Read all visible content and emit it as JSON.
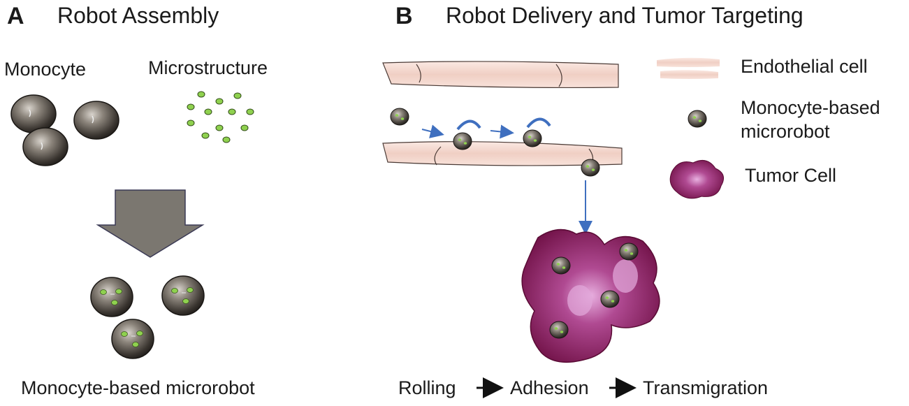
{
  "panel_a": {
    "letter": "A",
    "title": "Robot Assembly",
    "label_monocyte": "Monocyte",
    "label_microstructure": "Microstructure",
    "label_result": "Monocyte-based microrobot"
  },
  "panel_b": {
    "letter": "B",
    "title": "Robot Delivery and Tumor Targeting",
    "legend": [
      {
        "label": "Endothelial cell",
        "icon": "endothelial-cell-icon"
      },
      {
        "label": "Monocyte-based\nmicrorobot",
        "icon": "microrobot-icon"
      },
      {
        "label": "Tumor Cell",
        "icon": "tumor-cell-icon"
      }
    ],
    "steps": [
      "Rolling",
      "Adhesion",
      "Transmigration"
    ]
  },
  "colors": {
    "cell_dark": "#3a3530",
    "cell_light": "#c9c4bd",
    "green_dot": "#8fd14f",
    "endothelial": "#f3d9d0",
    "tumor": "#8a1f5a",
    "tumor_light": "#d79ad0",
    "big_arrow": "#7b7770",
    "flow_arrow": "#3f6fbf"
  }
}
